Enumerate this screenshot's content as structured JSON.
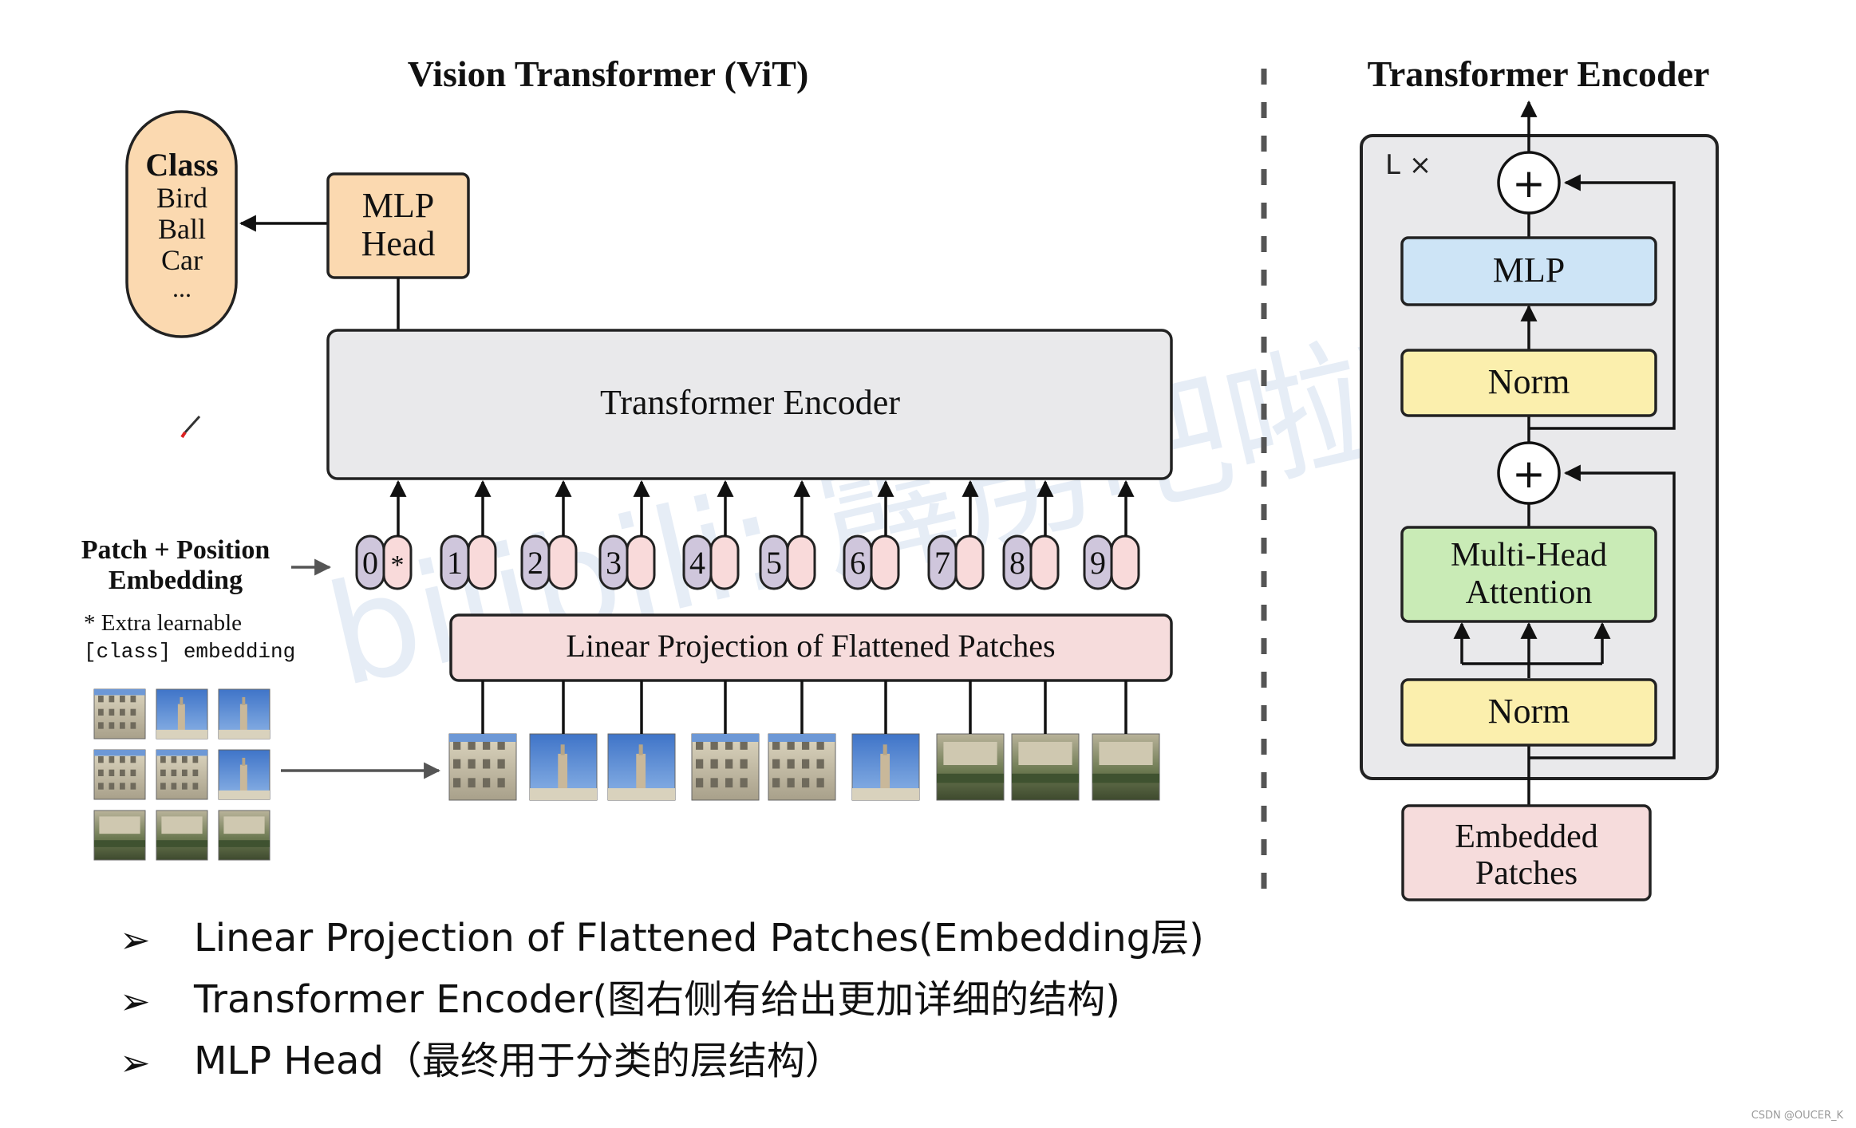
{
  "vit": {
    "title": "Vision Transformer (ViT)",
    "class_box": {
      "title": "Class",
      "items": [
        "Bird",
        "Ball",
        "Car",
        "..."
      ]
    },
    "mlp_head": {
      "line1": "MLP",
      "line2": "Head"
    },
    "encoder_label": "Transformer Encoder",
    "patch_label": {
      "line1": "Patch + Position",
      "line2": "Embedding"
    },
    "extra_note": {
      "line1": "* Extra learnable",
      "line2": "[class] embedding"
    },
    "tokens": [
      "0",
      "1",
      "2",
      "3",
      "4",
      "5",
      "6",
      "7",
      "8",
      "9"
    ],
    "class_token_marker": "*",
    "linear_projection_label": "Linear Projection of Flattened Patches"
  },
  "encoder_detail": {
    "title": "Transformer Encoder",
    "repeat_label": "L ×",
    "plus_symbol": "+",
    "mlp_label": "MLP",
    "norm_top_label": "Norm",
    "mha": {
      "line1": "Multi-Head",
      "line2": "Attention"
    },
    "norm_bottom_label": "Norm",
    "embedded": {
      "line1": "Embedded",
      "line2": "Patches"
    }
  },
  "bullets": {
    "marker": "➢",
    "items": [
      "Linear Projection of Flattened Patches(Embedding层)",
      "Transformer Encoder(图右侧有给出更加详细的结构)",
      "MLP Head（最终用于分类的层结构）"
    ]
  },
  "watermark": {
    "text": "bilibili: 霹雳吧啦Wz",
    "credit": "CSDN @OUCER_K"
  },
  "colors": {
    "box_gray": "#e9e9eb",
    "class_box": "#fbd9b0",
    "mlp_head": "#fbd9b0",
    "linear_projection": "#f6dcdc",
    "token_purple": "#cfc6dc",
    "token_pink": "#f9dada",
    "mlp_blue": "#cde4f6",
    "norm_yellow": "#fbefad",
    "mha_green": "#c9ebb6",
    "embedded_pink": "#f6dcdc"
  }
}
